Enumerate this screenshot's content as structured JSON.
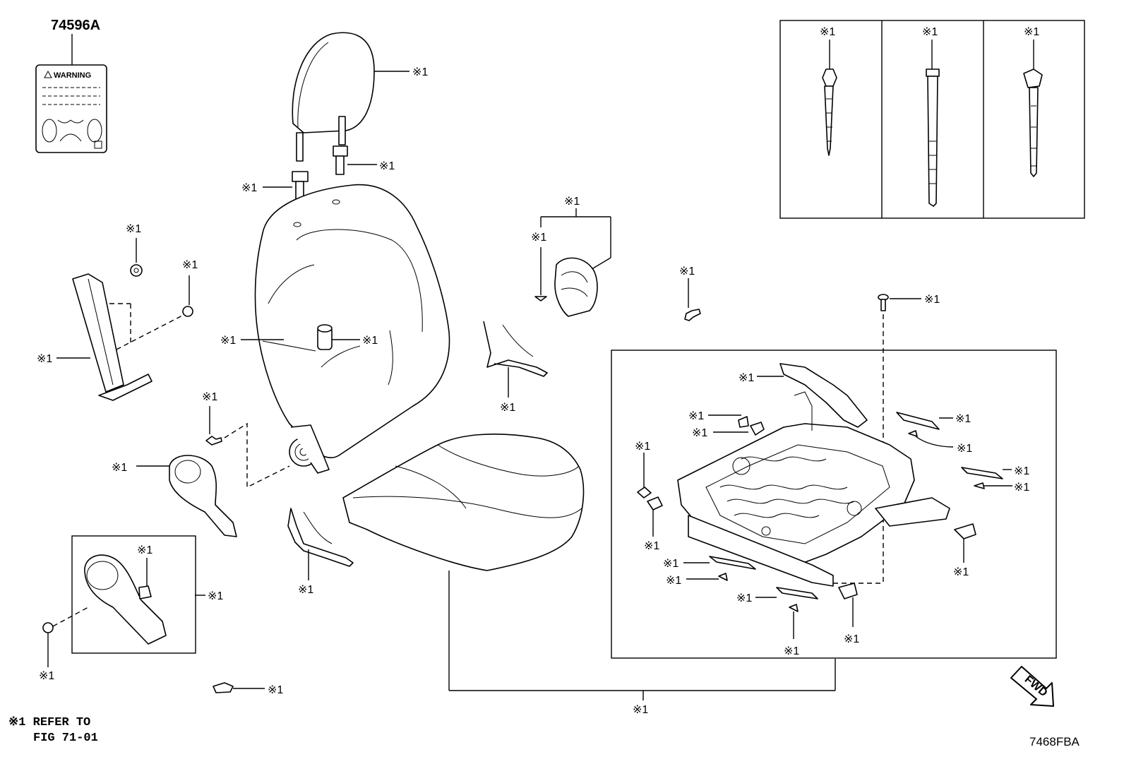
{
  "ref_mark": "※1",
  "warning_label": {
    "part_number": "74596A",
    "title": "WARNING"
  },
  "note": {
    "line1": "※1 REFER TO",
    "line2": "FIG 71-01"
  },
  "figure_code": "7468FBA",
  "fwd_label": "FWD"
}
